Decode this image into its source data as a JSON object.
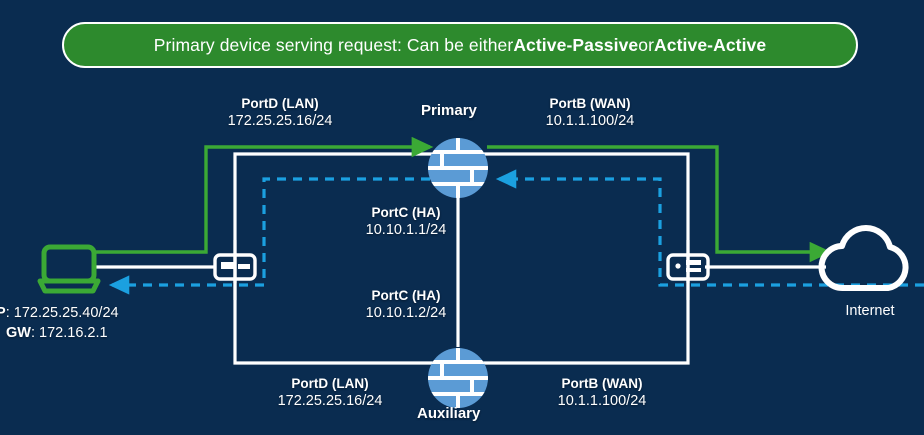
{
  "banner": {
    "prefix": "Primary device serving request: Can be either ",
    "bold1": "Active-Passive",
    "middle": " or ",
    "bold2": "Active-Active",
    "bg_color": "#2d8a2d",
    "border_color": "#ffffff",
    "text_color": "#ffffff"
  },
  "colors": {
    "background_dark": "#06203c",
    "background_mid": "#0e3f6d",
    "forward_path": "#3ba935",
    "return_path": "#1ba0e0",
    "link_white": "#ffffff",
    "device_fill": "#5b9bd5",
    "laptop_green": "#3ba935"
  },
  "devices": {
    "primary": {
      "name": "Primary",
      "icon": "firewall-icon"
    },
    "auxiliary": {
      "name": "Auxiliary",
      "icon": "firewall-icon"
    },
    "internet": {
      "name": "Internet",
      "icon": "cloud-icon"
    },
    "client": {
      "icon": "laptop-icon"
    },
    "switch_lan": {
      "icon": "switch-icon"
    },
    "switch_wan": {
      "icon": "switch-icon"
    }
  },
  "labels": {
    "primary_lan": {
      "port": "PortD (LAN)",
      "address": "172.25.25.16/24"
    },
    "primary_wan": {
      "port": "PortB (WAN)",
      "address": "10.1.1.100/24"
    },
    "primary_ha": {
      "port": "PortC (HA)",
      "address": "10.10.1.1/24"
    },
    "auxiliary_ha": {
      "port": "PortC (HA)",
      "address": "10.10.1.2/24"
    },
    "auxiliary_lan": {
      "port": "PortD (LAN)",
      "address": "172.25.25.16/24"
    },
    "auxiliary_wan": {
      "port": "PortB (WAN)",
      "address": "10.1.1.100/24"
    }
  },
  "client_info": {
    "ip_label": "IP",
    "ip_value": "172.25.25.40/24",
    "gw_label": "GW",
    "gw_value": "172.16.2.1"
  }
}
